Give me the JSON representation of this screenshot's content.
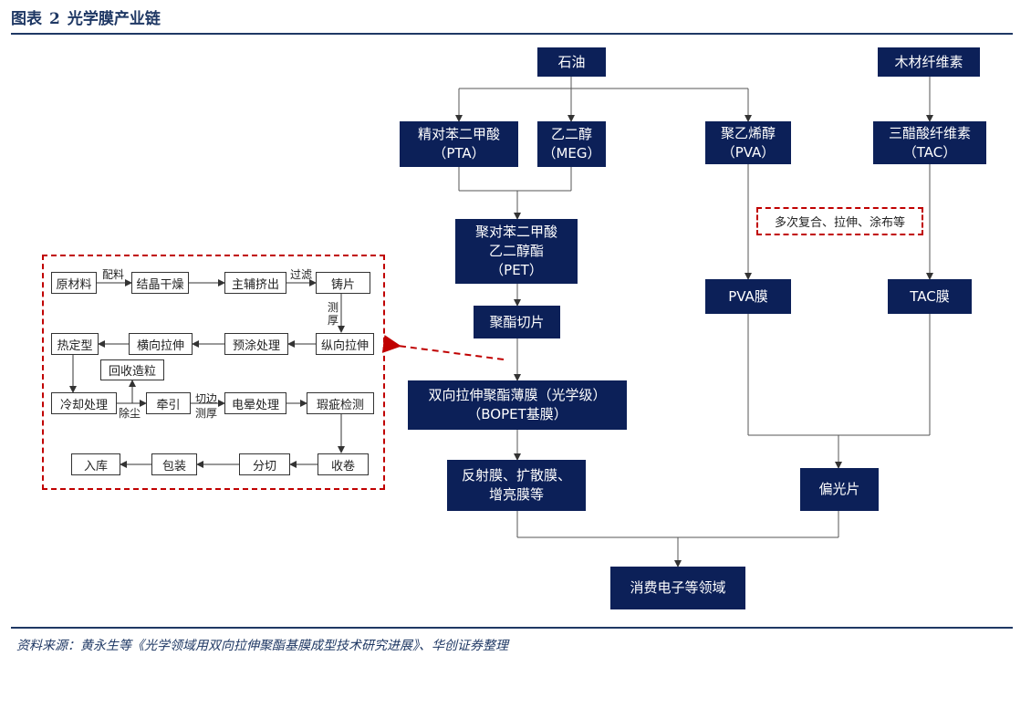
{
  "header": {
    "prefix": "图表",
    "number": "2",
    "title": "光学膜产业链"
  },
  "nodes": {
    "petroleum": "石油",
    "wood_cellulose": "木材纤维素",
    "pta": [
      "精对苯二甲酸",
      "（PTA）"
    ],
    "meg": [
      "乙二醇",
      "（MEG）"
    ],
    "pva_raw": [
      "聚乙烯醇",
      "（PVA）"
    ],
    "tac_raw": [
      "三醋酸纤维素",
      "（TAC）"
    ],
    "pet": [
      "聚对苯二甲酸",
      "乙二醇酯",
      "（PET）"
    ],
    "pva_film": "PVA膜",
    "tac_film": "TAC膜",
    "polyester_chips": "聚酯切片",
    "bopet": [
      "双向拉伸聚酯薄膜（光学级）",
      "（BOPET基膜）"
    ],
    "optical_films": [
      "反射膜、扩散膜、",
      "增亮膜等"
    ],
    "polarizer": "偏光片",
    "consumer": "消费电子等领域"
  },
  "pva_note": "多次复合、拉伸、涂布等",
  "process": {
    "raw": "原材料",
    "crystal_dry": "结晶干燥",
    "extrude": "主辅挤出",
    "cast": "铸片",
    "mdo": "纵向拉伸",
    "precoat": "预涂处理",
    "tdo": "横向拉伸",
    "heatset": "热定型",
    "recycle": "回收造粒",
    "cool": "冷却处理",
    "traction": "牵引",
    "corona": "电晕处理",
    "defect": "瑕疵检测",
    "wind": "收卷",
    "slit": "分切",
    "pack": "包装",
    "store": "入库",
    "lbl_batch": "配料",
    "lbl_filter": "过滤",
    "lbl_measure": "测厚",
    "lbl_dedust": "除尘",
    "lbl_trim": "切边",
    "lbl_measure2": "测厚"
  },
  "source": "资料来源：黄永生等《光学领域用双向拉伸聚酯基膜成型技术研究进展》、华创证券整理",
  "colors": {
    "box": "#0c2058",
    "accent": "#1f3864",
    "dashed": "#c00000"
  }
}
